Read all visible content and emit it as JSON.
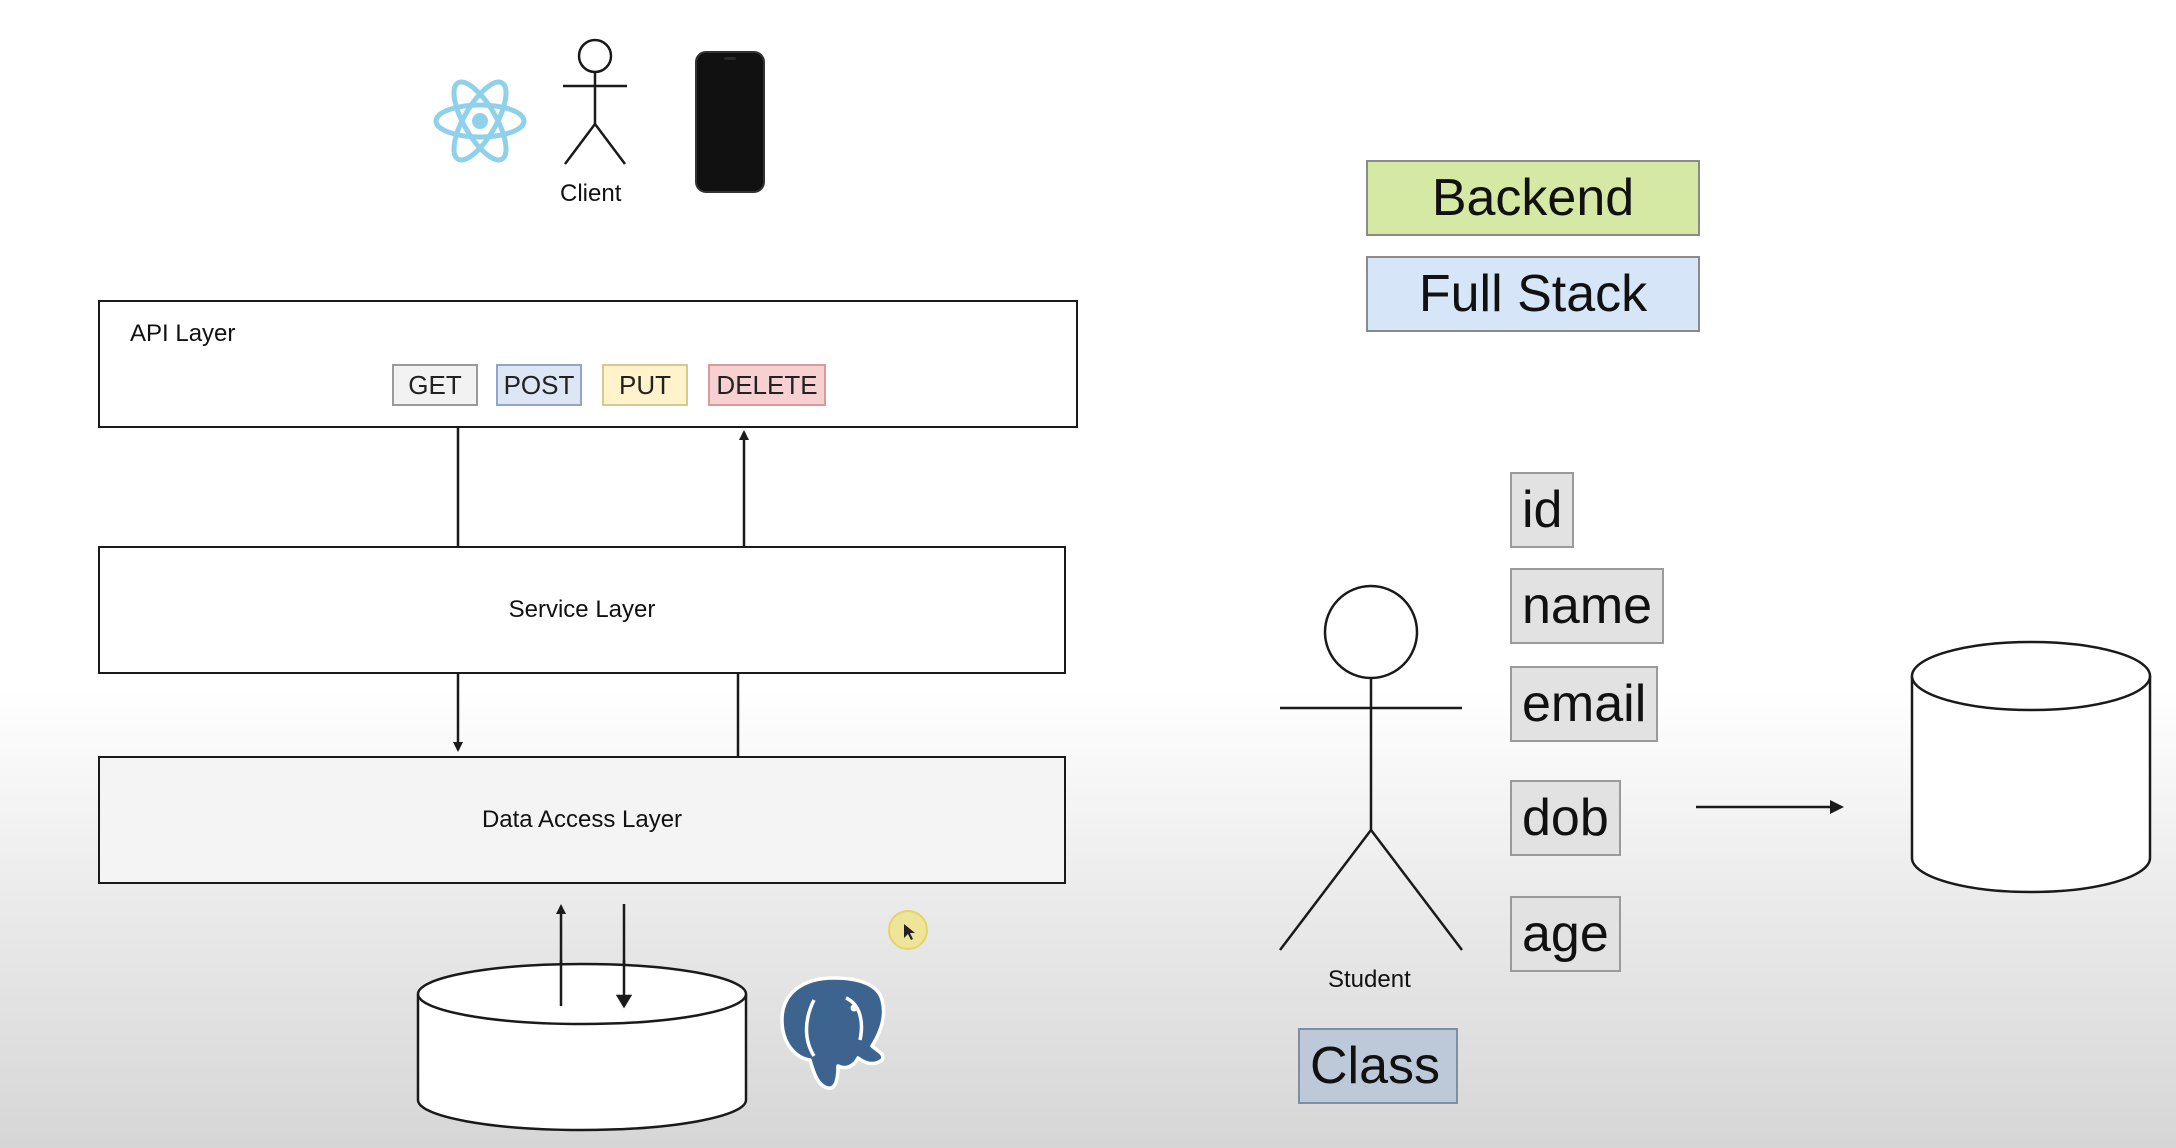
{
  "client": {
    "label": "Client",
    "icons": [
      "react-logo-icon",
      "stick-figure-icon",
      "smartphone-icon"
    ]
  },
  "layers": {
    "api": {
      "title": "API Layer",
      "methods": [
        {
          "label": "GET",
          "color": "#f2f2f2"
        },
        {
          "label": "POST",
          "color": "#dce6f5"
        },
        {
          "label": "PUT",
          "color": "#fff3cc"
        },
        {
          "label": "DELETE",
          "color": "#f7d1d1"
        }
      ]
    },
    "service": {
      "title": "Service Layer"
    },
    "data_access": {
      "title": "Data Access Layer"
    }
  },
  "database_icons": [
    "database-cylinder-icon",
    "postgresql-elephant-icon"
  ],
  "legend": {
    "backend": {
      "label": "Backend",
      "color": "#d5e8a4"
    },
    "fullstack": {
      "label": "Full Stack",
      "color": "#d6e6f8"
    }
  },
  "entity": {
    "label": "Student",
    "fields": [
      "id",
      "name",
      "email",
      "dob",
      "age"
    ],
    "class_label": "Class",
    "class_color": "#bdc9d9"
  },
  "colors": {
    "react": "#8fd1ea",
    "postgres": "#3d648f"
  }
}
